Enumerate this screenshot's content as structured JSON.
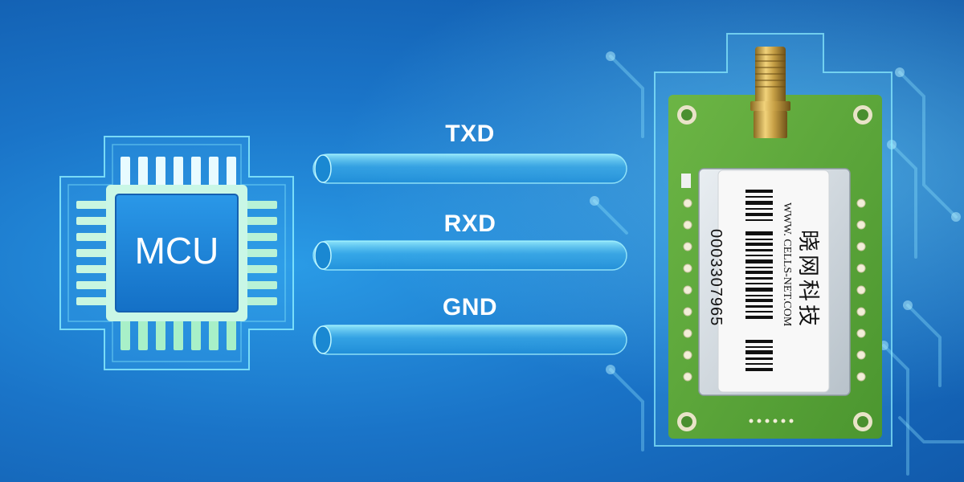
{
  "chip": {
    "label": "MCU"
  },
  "wires": [
    {
      "label": "TXD"
    },
    {
      "label": "RXD"
    },
    {
      "label": "GND"
    }
  ],
  "module": {
    "brand_cn": "晓网科技",
    "website": "WWW. CELLS-NET.COM",
    "serial": "0003307965"
  },
  "colors": {
    "background": "#1a74c8",
    "chip_body": "#1b7fd6",
    "chip_pins": "#9fe7c8",
    "pcb_green": "#5aa63a",
    "label_white": "#ffffff"
  }
}
